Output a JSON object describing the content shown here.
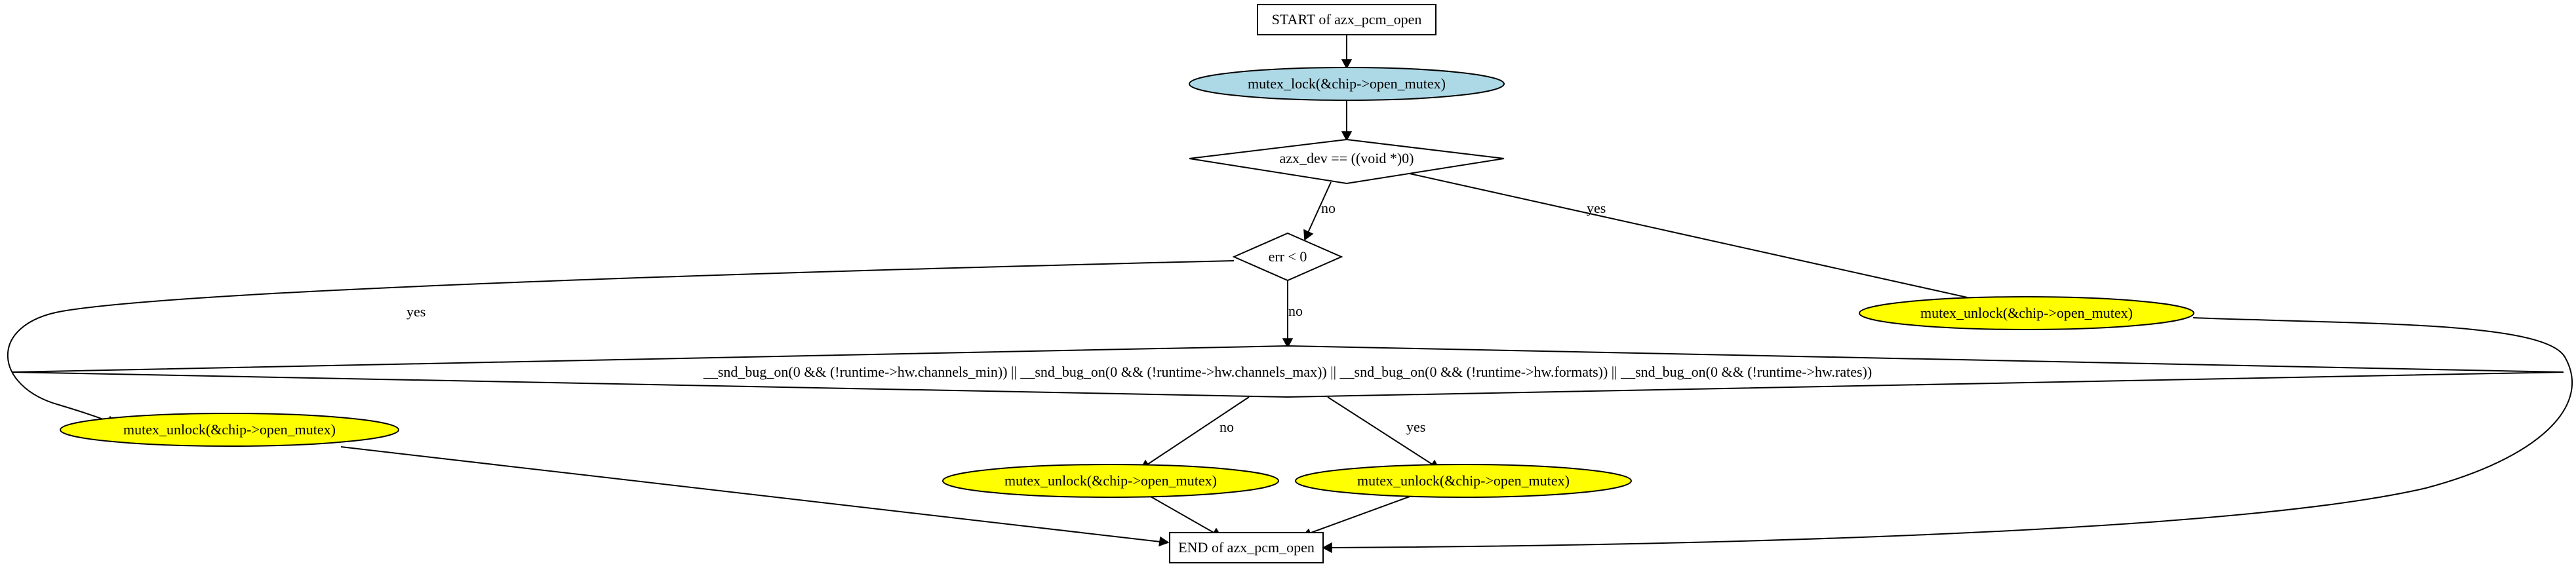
{
  "colors": {
    "lock_fill": "#add8e6",
    "unlock_fill": "#ffff00",
    "line": "#000000",
    "background": "#ffffff"
  },
  "nodes": {
    "start": "START of azx_pcm_open",
    "lock": "mutex_lock(&chip->open_mutex)",
    "cond_azx_dev": "azx_dev == ((void *)0)",
    "cond_err": "err < 0",
    "cond_snd_bug": "__snd_bug_on(0 && (!runtime->hw.channels_min)) || __snd_bug_on(0 && (!runtime->hw.channels_max)) || __snd_bug_on(0 && (!runtime->hw.formats)) || __snd_bug_on(0 && (!runtime->hw.rates))",
    "unlock_azx_dev": "mutex_unlock(&chip->open_mutex)",
    "unlock_err": "mutex_unlock(&chip->open_mutex)",
    "unlock_no": "mutex_unlock(&chip->open_mutex)",
    "unlock_yes": "mutex_unlock(&chip->open_mutex)",
    "end": "END of azx_pcm_open"
  },
  "edge_labels": {
    "azx_dev_no": "no",
    "azx_dev_yes": "yes",
    "err_yes": "yes",
    "err_no": "no",
    "snd_bug_no": "no",
    "snd_bug_yes": "yes"
  }
}
